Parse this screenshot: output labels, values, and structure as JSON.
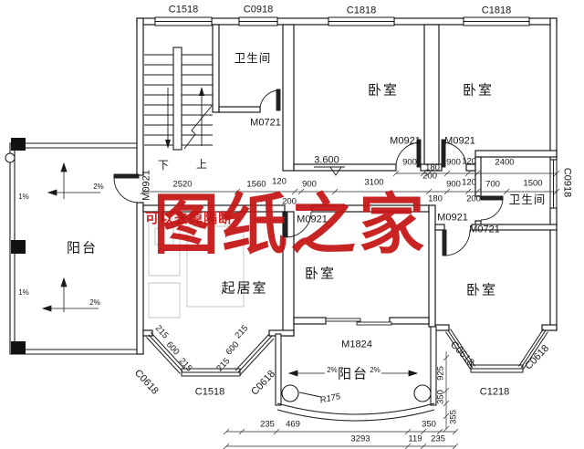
{
  "watermark": {
    "brand": "图纸之家",
    "note": "可以去掉隔断"
  },
  "level": {
    "value": "3.600"
  },
  "rooms": {
    "balcony_left": "阳台",
    "bathroom_top": "卫生间",
    "bedroom_top_mid": "卧室",
    "bedroom_top_right": "卧室",
    "living_room": "起居室",
    "bedroom_bottom_mid": "卧室",
    "bedroom_bottom_right": "卧室",
    "bathroom_right": "卫生间",
    "balcony_bottom": "阳台"
  },
  "stairs": {
    "down": "下",
    "up": "上"
  },
  "windows": {
    "top_stair": "C1518",
    "top_bath": "C0918",
    "top_bed_mid": "C1818",
    "top_bed_right": "C1818",
    "right_bath": "C0918",
    "bay_left_w": "C0618",
    "bay_left_front": "C1518",
    "bay_left_e": "C0618",
    "bay_right_w": "C0618",
    "bay_right_front": "C1218",
    "bay_right_e": "C0618"
  },
  "doors": {
    "bath_top": "M0721",
    "balcony_left": "M0921",
    "bed_top_mid": "M0921",
    "bed_top_right": "M0921",
    "bed_bottom_mid": "M0921",
    "bed_bottom_right": "M0921",
    "bath_right": "M0721",
    "balcony_bottom": "M1824"
  },
  "dims": {
    "hall_2520": "2520",
    "hall_1560": "1560",
    "hall_120": "120",
    "hall_900": "900",
    "hall_200": "200",
    "hall_3100": "3100",
    "hall2_900": "900",
    "hall2_120": "120",
    "hall2_700": "700",
    "hall2_1500": "1500",
    "hall2_180": "180",
    "hall2_200": "200",
    "up_900a": "900",
    "up_180": "180",
    "up_900b": "900",
    "up_120": "120",
    "up_2400": "2400",
    "up_200": "200",
    "bayL_w_215a": "215",
    "bayL_w_600": "600",
    "bayL_w_215b": "215",
    "bayL_e_215a": "215",
    "bayL_e_600": "600",
    "bayL_e_215b": "215",
    "right_925": "925",
    "right_350": "350",
    "right_355": "355",
    "bot_235a": "235",
    "bot_469": "469",
    "bot_350": "350",
    "bot_3293": "3293",
    "bot_119": "119",
    "bot_235b": "235",
    "bot_355": "355"
  },
  "slopes": {
    "left_v1": "1%",
    "left_v2": "1%",
    "left_h1": "2%",
    "left_h2": "2%",
    "bottom_l": "2%",
    "bottom_r": "2%"
  },
  "annotations": {
    "radius": "R175"
  }
}
